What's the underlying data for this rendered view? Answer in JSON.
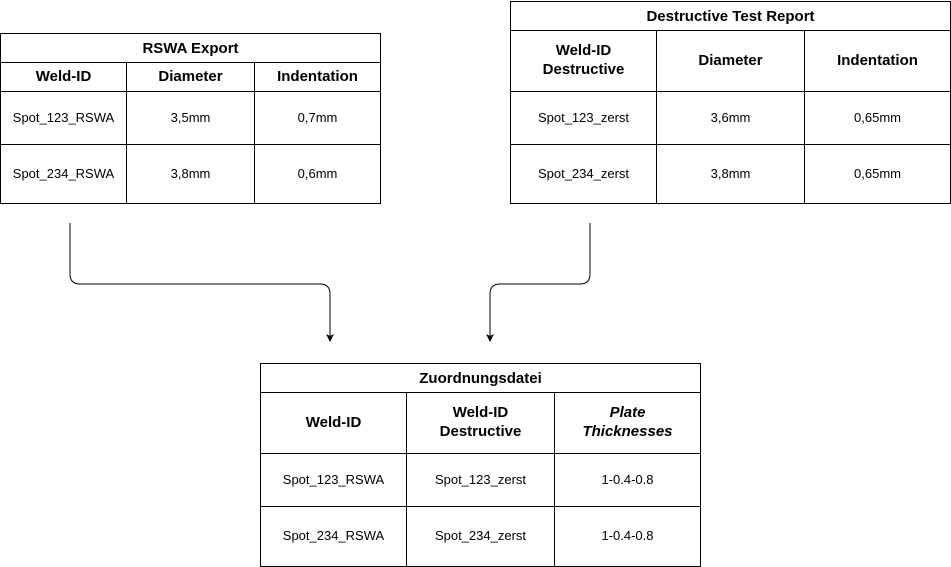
{
  "rswa_export": {
    "title": "RSWA Export",
    "headers": [
      "Weld-ID",
      "Diameter",
      "Indentation"
    ],
    "rows": [
      [
        "Spot_123_RSWA",
        "3,5mm",
        "0,7mm"
      ],
      [
        "Spot_234_RSWA",
        "3,8mm",
        "0,6mm"
      ]
    ]
  },
  "destructive_report": {
    "title": "Destructive Test Report",
    "headers": [
      "Weld-ID\nDestructive",
      "Diameter",
      "Indentation"
    ],
    "rows": [
      [
        "Spot_123_zerst",
        "3,6mm",
        "0,65mm"
      ],
      [
        "Spot_234_zerst",
        "3,8mm",
        "0,65mm"
      ]
    ]
  },
  "zuordnung": {
    "title": "Zuordnungsdatei",
    "headers": [
      "Weld-ID",
      "Weld-ID\nDestructive",
      "Plate\nThicknesses"
    ],
    "rows": [
      [
        "Spot_123_RSWA",
        "Spot_123_zerst",
        "1-0.4-0.8"
      ],
      [
        "Spot_234_RSWA",
        "Spot_234_zerst",
        "1-0.4-0.8"
      ]
    ]
  }
}
